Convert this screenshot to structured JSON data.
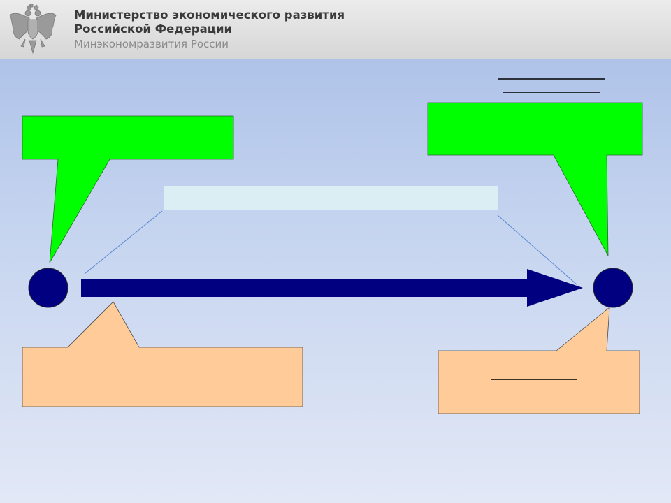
{
  "header": {
    "org_name_line1": "Министерство экономического развития",
    "org_name_line2": "Российской Федерации",
    "org_short": "Минэкономразвития России",
    "emblem_icon": "double-headed-eagle-icon"
  },
  "colors": {
    "green_callout": "#00ff00",
    "peach_callout": "#ffcc99",
    "navy": "#000080",
    "light_label": "#daeef3",
    "connector_line": "#5b8bd0"
  }
}
